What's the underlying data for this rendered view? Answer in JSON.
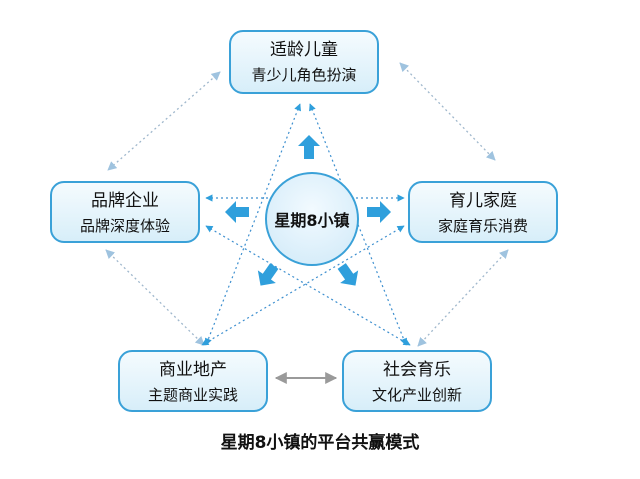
{
  "center": {
    "label": "星期8小镇"
  },
  "nodes": {
    "top": {
      "title": "适龄儿童",
      "subtitle": "青少儿角色扮演"
    },
    "left": {
      "title": "品牌企业",
      "subtitle": "品牌深度体验"
    },
    "right": {
      "title": "育儿家庭",
      "subtitle": "家庭育乐消费"
    },
    "bottom_left": {
      "title": "商业地产",
      "subtitle": "主题商业实践"
    },
    "bottom_right": {
      "title": "社会育乐",
      "subtitle": "文化产业创新"
    }
  },
  "caption": "星期8小镇的平台共赢模式",
  "colors": {
    "accent_blue": "#2f9fdc",
    "border_blue": "#3aa1d8",
    "dotted_line": "#9fb7cc",
    "gray_arrow": "#9a9a9a"
  }
}
